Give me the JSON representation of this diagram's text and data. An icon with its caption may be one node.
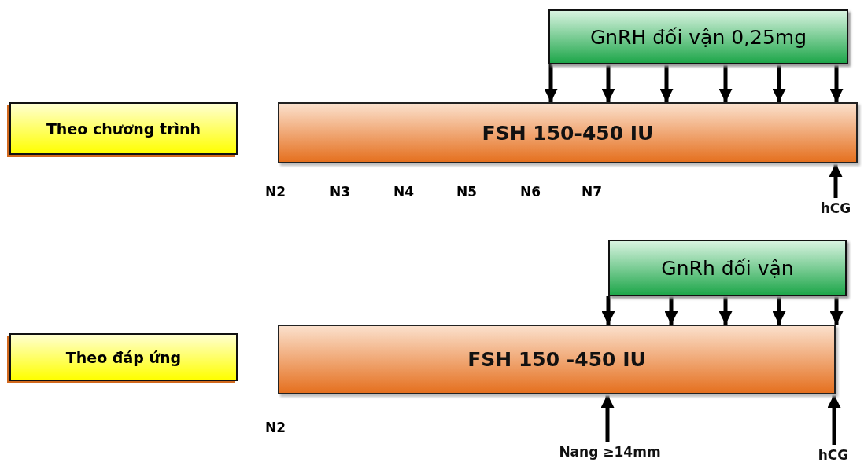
{
  "diagram": {
    "nodes": [
      {
        "text": [
          "Theo chương trình"
        ]
      },
      {
        "text": [
          "FSH 150-450 IU"
        ]
      },
      {
        "text": [
          "GnRH đối vận 0,25mg"
        ]
      },
      {
        "text": [
          "hCG"
        ]
      },
      {
        "text": [
          "Theo đáp ứng"
        ]
      },
      {
        "text": [
          "GnRh đối vận"
        ]
      },
      {
        "text": [
          "FSH 150 -450 IU"
        ]
      },
      {
        "text": [
          "Nang ≥14mm"
        ]
      },
      {
        "text": [
          "hCG"
        ]
      }
    ],
    "edges": [
      {
        "from": 2,
        "to": 1,
        "arrow": "to"
      },
      {
        "from": 2,
        "to": 1,
        "arrow": "to"
      },
      {
        "from": 2,
        "to": 1,
        "arrow": "to"
      },
      {
        "from": 2,
        "to": 1,
        "arrow": "to"
      },
      {
        "from": 2,
        "to": 1,
        "arrow": "to"
      },
      {
        "from": 2,
        "to": 1,
        "arrow": "to"
      },
      {
        "from": 3,
        "to": 1,
        "arrow": "to"
      },
      {
        "from": 5,
        "to": 6,
        "arrow": "to"
      },
      {
        "from": 5,
        "to": 6,
        "arrow": "to"
      },
      {
        "from": 5,
        "to": 6,
        "arrow": "to"
      },
      {
        "from": 5,
        "to": 6,
        "arrow": "to"
      },
      {
        "from": 5,
        "to": 6,
        "arrow": "to"
      },
      {
        "from": 7,
        "to": 6,
        "arrow": "to"
      },
      {
        "from": 8,
        "to": 6,
        "arrow": "to"
      }
    ],
    "labels": [
      "N2",
      "N3",
      "N4",
      "N5",
      "N6",
      "N7",
      "N2"
    ]
  }
}
